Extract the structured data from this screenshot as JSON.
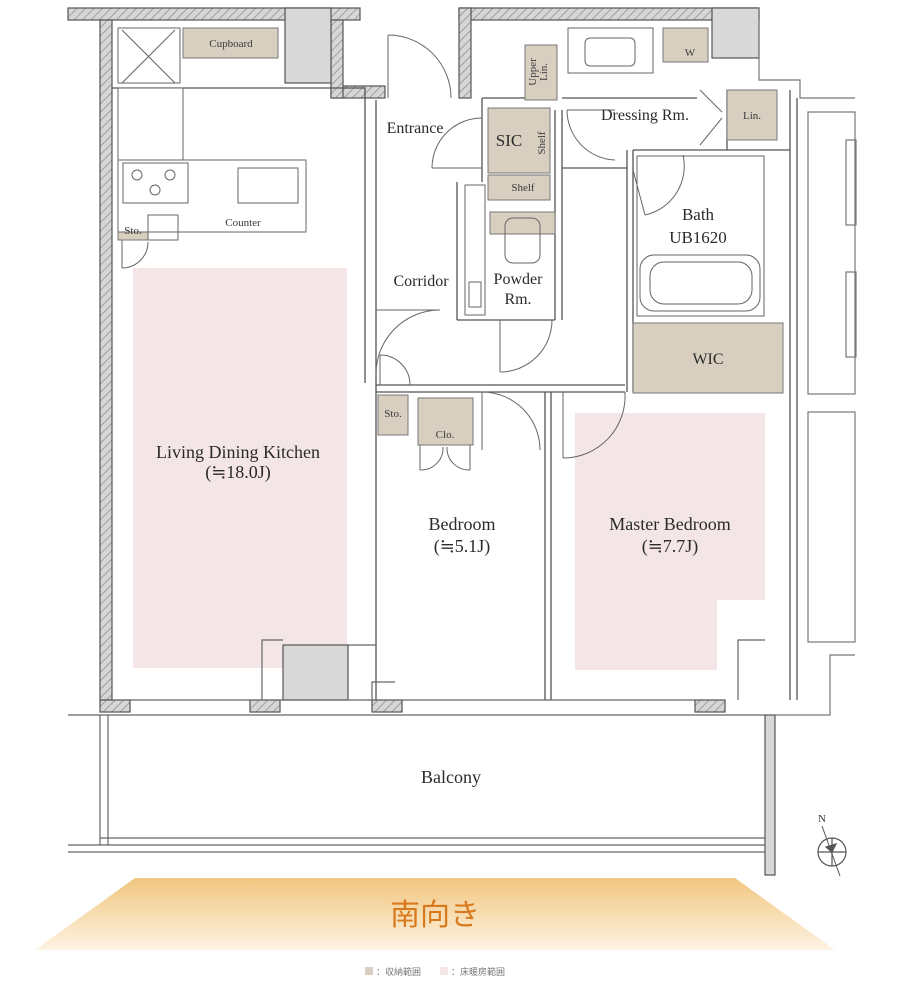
{
  "rooms": {
    "ldk": {
      "name": "Living Dining Kitchen",
      "size": "(≒18.0J)"
    },
    "bedroom": {
      "name": "Bedroom",
      "size": "(≒5.1J)"
    },
    "master": {
      "name": "Master Bedroom",
      "size": "(≒7.7J)"
    },
    "bath": {
      "name": "Bath",
      "model": "UB1620"
    },
    "powder": {
      "line1": "Powder",
      "line2": "Rm."
    },
    "corridor": "Corridor",
    "entrance": "Entrance",
    "dressing": "Dressing Rm.",
    "balcony": "Balcony"
  },
  "storage": {
    "cupboard": "Cupboard",
    "counter": "Counter",
    "sto_kitchen": "Sto.",
    "sto_hall": "Sto.",
    "clo": "Clo.",
    "sic": "SIC",
    "shelf_v": "Shelf",
    "shelf_h": "Shelf",
    "upper_lin_1": "Upper",
    "upper_lin_2": "Lin.",
    "w": "W",
    "lin": "Lin.",
    "wic": "WIC"
  },
  "compass": {
    "north": "N"
  },
  "orientation": "南向き",
  "legend": {
    "storage_area": "：収納範囲",
    "floor_heating": "：床暖房範囲"
  },
  "colors": {
    "storage": "#d8cfc1",
    "floor_heating": "#f4e6e6",
    "wall": "#444444",
    "orientation_text": "#d77a1d",
    "orientation_band": "#f3cf8d"
  }
}
